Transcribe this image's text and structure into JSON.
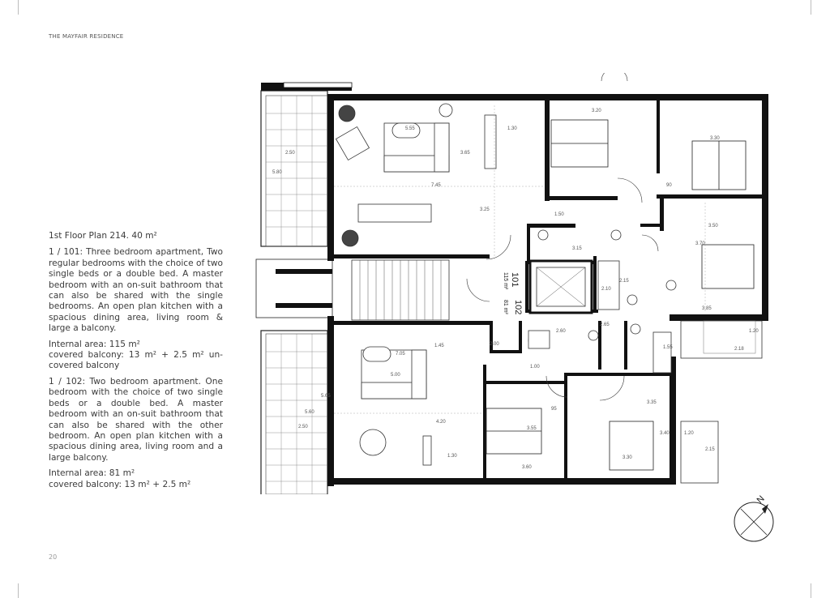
{
  "header": {
    "title": "THE MAYFAIR RESIDENCE"
  },
  "page": {
    "number": "20"
  },
  "description": {
    "floor_title": "1st Floor Plan 214. 40 m²",
    "apt101": {
      "text": "1 / 101: Three bedroom apartment, Two regular bedrooms with the choice of two single beds or a double bed. A master bedroom with an on-suit bathroom that can also be shared with the single bedrooms. An open plan kitchen with a spacious dining area, living room & large a balcony.",
      "internal_area": "Internal area: 115 m²",
      "balcony": "covered balcony: 13 m² + 2.5 m² un-covered balcony"
    },
    "apt102": {
      "text": "1 / 102: Two bedroom apartment. One bedroom with the choice of two single beds or a double bed. A master bedroom with an on-suit bathroom that can also be shared with the other bedroom. An open plan kitchen with a spacious dining area, living room and a large balcony.",
      "internal_area": "Internal area: 81 m²",
      "balcony": "covered balcony: 13 m² + 2.5 m²"
    }
  },
  "plan": {
    "unit_101": {
      "number": "101",
      "area": "115 m²"
    },
    "unit_102": {
      "number": "102",
      "area": "81 m²"
    },
    "dims": {
      "d_320": "3.20",
      "d_330": "3.30",
      "d_350": "3.50",
      "d_370": "3.70",
      "d_385": "3.85",
      "d_555": "5.55",
      "d_130a": "1.30",
      "d_250a": "2.50",
      "d_580a": "5.80",
      "d_745": "7.45",
      "d_325": "3.25",
      "d_365": "3.65",
      "d_315": "3.15",
      "d_215": "2.15",
      "d_210": "2.10",
      "d_260": "2.60",
      "d_265": "2.65",
      "d_218": "2.18",
      "d_120a": "1.20",
      "d_705": "7.05",
      "d_500": "5.00",
      "d_565": "5.65",
      "d_560": "5.60",
      "d_250b": "2.50",
      "d_420": "4.20",
      "d_130b": "1.30",
      "d_355": "3.55",
      "d_360": "3.60",
      "d_335": "3.35",
      "d_340": "3.40",
      "d_330b": "3.30",
      "d_120b": "1.20",
      "d_215b": "2.15",
      "d_200": "2.00",
      "d_145": "1.45",
      "d_100": "1.00",
      "d_155": "1.55",
      "d_150": "1.50",
      "d_090": "90",
      "d_095": "95"
    }
  },
  "compass": {
    "label": "N"
  }
}
